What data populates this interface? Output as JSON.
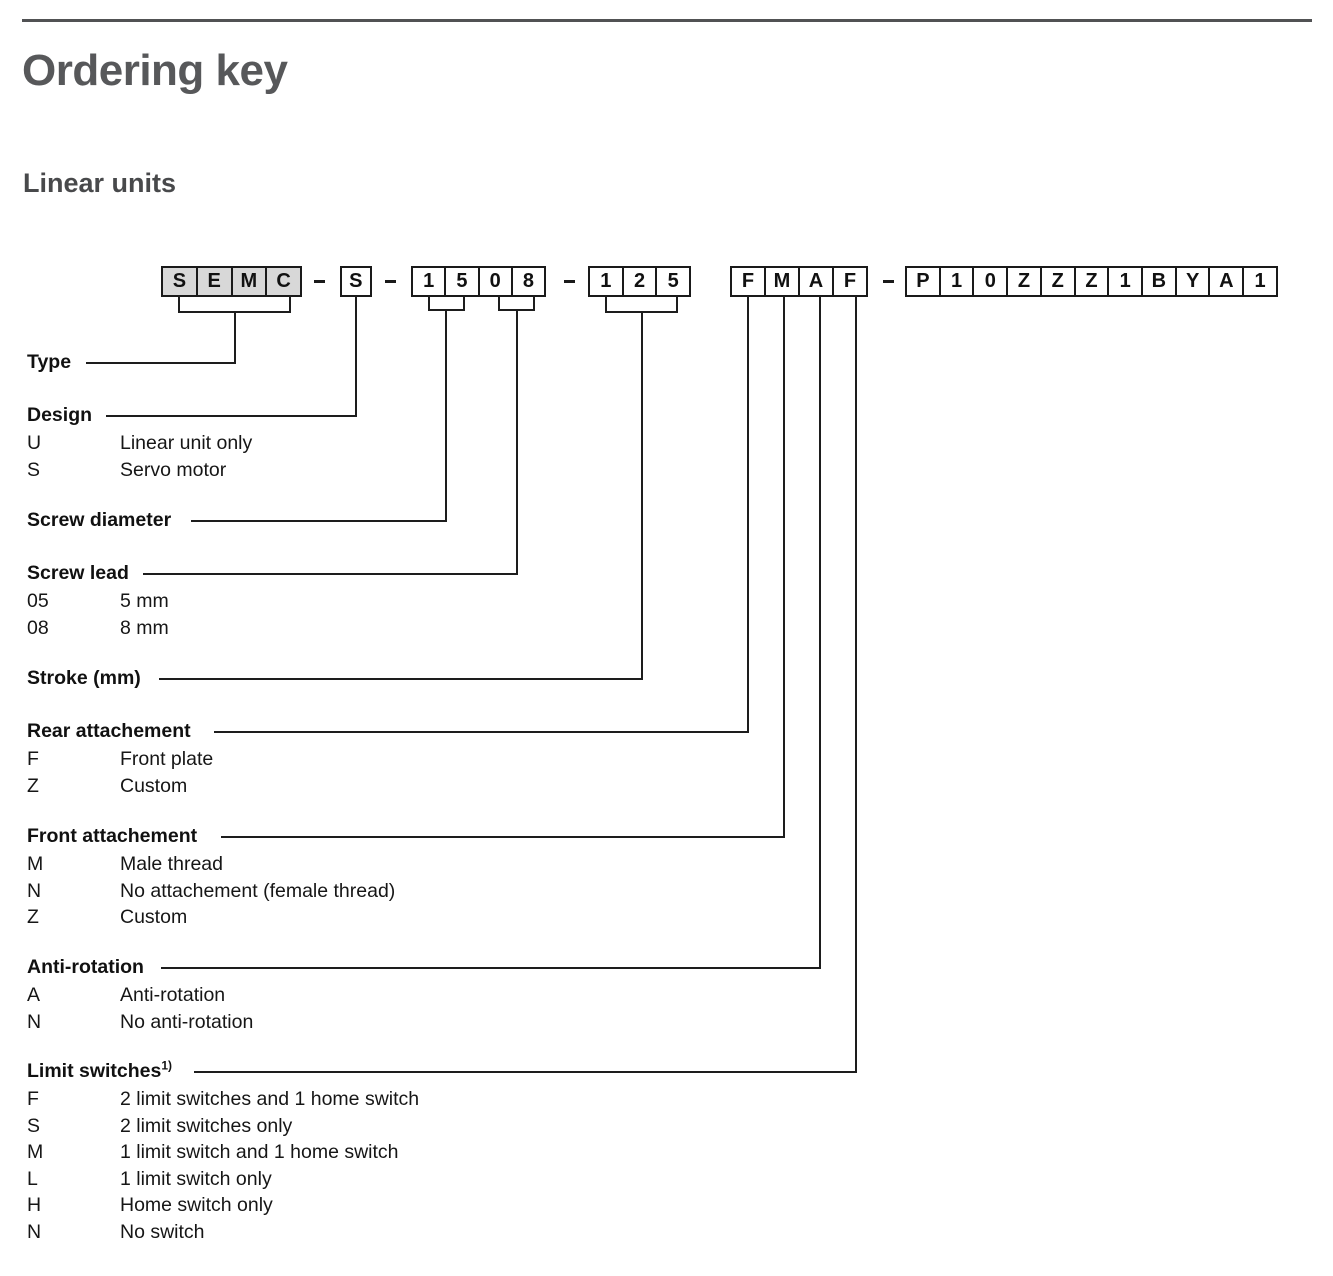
{
  "page": {
    "title": "Ordering key",
    "subtitle": "Linear units"
  },
  "part_number": {
    "separator": "-",
    "separators_after_groups": [
      0,
      1,
      2,
      4
    ],
    "groups": [
      {
        "name": "type",
        "chars": [
          "S",
          "E",
          "M",
          "C"
        ],
        "shaded": true
      },
      {
        "name": "design",
        "chars": [
          "S"
        ],
        "shaded": false
      },
      {
        "name": "screw",
        "chars": [
          "1",
          "5",
          "0",
          "8"
        ],
        "shaded": false
      },
      {
        "name": "stroke",
        "chars": [
          "1",
          "2",
          "5"
        ],
        "shaded": false
      },
      {
        "name": "attachments",
        "chars": [
          "F",
          "M",
          "A",
          "F"
        ],
        "shaded": false
      },
      {
        "name": "suffix",
        "chars": [
          "P",
          "1",
          "0",
          "Z",
          "Z",
          "Z",
          "1",
          "B",
          "Y",
          "A",
          "1"
        ],
        "shaded": false
      }
    ]
  },
  "sections": [
    {
      "label": "Type",
      "options": []
    },
    {
      "label": "Design",
      "options": [
        {
          "code": "U",
          "description": "Linear unit only"
        },
        {
          "code": "S",
          "description": "Servo motor"
        }
      ]
    },
    {
      "label": "Screw diameter",
      "options": []
    },
    {
      "label": "Screw lead",
      "options": [
        {
          "code": "05",
          "description": "5 mm"
        },
        {
          "code": "08",
          "description": "8 mm"
        }
      ]
    },
    {
      "label": "Stroke (mm)",
      "options": []
    },
    {
      "label": "Rear attachement",
      "options": [
        {
          "code": "F",
          "description": "Front plate"
        },
        {
          "code": "Z",
          "description": "Custom"
        }
      ]
    },
    {
      "label": "Front attachement",
      "options": [
        {
          "code": "M",
          "description": "Male thread"
        },
        {
          "code": "N",
          "description": "No attachement (female thread)"
        },
        {
          "code": "Z",
          "description": "Custom"
        }
      ]
    },
    {
      "label": "Anti-rotation",
      "options": [
        {
          "code": "A",
          "description": "Anti-rotation"
        },
        {
          "code": "N",
          "description": "No anti-rotation"
        }
      ]
    },
    {
      "label": "Limit switches",
      "superscript": "1)",
      "options": [
        {
          "code": "F",
          "description": "2 limit switches and 1 home switch"
        },
        {
          "code": "S",
          "description": "2 limit switches only"
        },
        {
          "code": "M",
          "description": "1 limit switch and 1 home switch"
        },
        {
          "code": "L",
          "description": "1 limit switch only"
        },
        {
          "code": "H",
          "description": "Home switch only"
        },
        {
          "code": "N",
          "description": "No switch"
        }
      ]
    }
  ],
  "colors": {
    "shaded_box": "#d8d8d8",
    "line": "#1d1d1d",
    "title": "#57585a",
    "top_rule": "#515254"
  }
}
